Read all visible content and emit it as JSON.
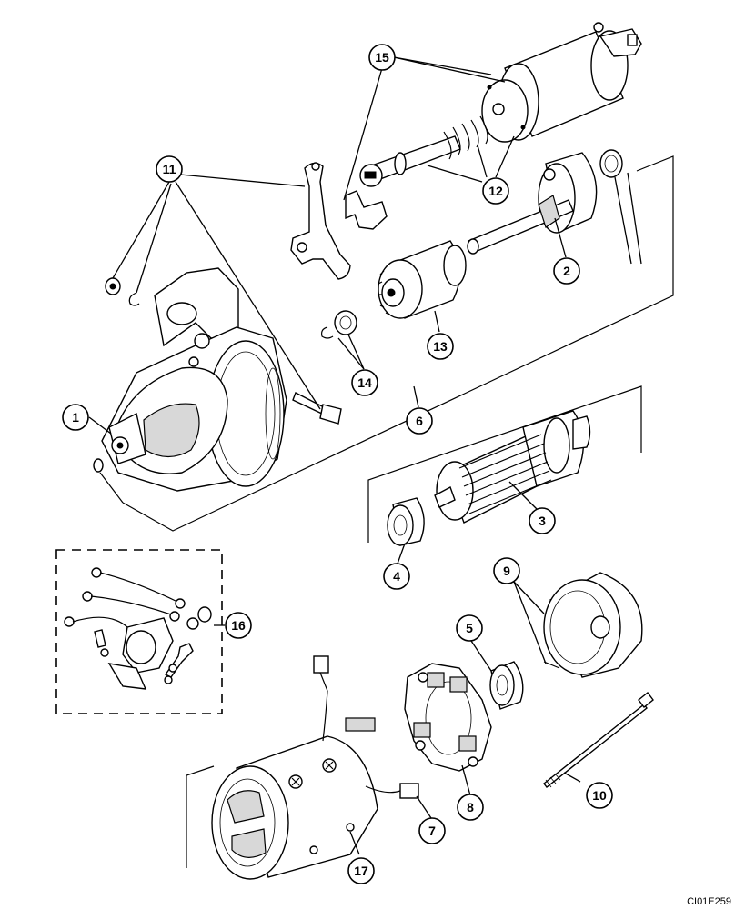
{
  "figure_ref": "CI01E259",
  "callouts": [
    {
      "id": "1",
      "label": "1"
    },
    {
      "id": "2",
      "label": "2"
    },
    {
      "id": "3",
      "label": "3"
    },
    {
      "id": "4",
      "label": "4"
    },
    {
      "id": "5",
      "label": "5"
    },
    {
      "id": "6",
      "label": "6"
    },
    {
      "id": "7",
      "label": "7"
    },
    {
      "id": "8",
      "label": "8"
    },
    {
      "id": "9",
      "label": "9"
    },
    {
      "id": "10",
      "label": "10"
    },
    {
      "id": "11",
      "label": "11"
    },
    {
      "id": "12",
      "label": "12"
    },
    {
      "id": "13",
      "label": "13"
    },
    {
      "id": "14",
      "label": "14"
    },
    {
      "id": "15",
      "label": "15"
    },
    {
      "id": "16",
      "label": "16"
    },
    {
      "id": "17",
      "label": "17"
    }
  ]
}
